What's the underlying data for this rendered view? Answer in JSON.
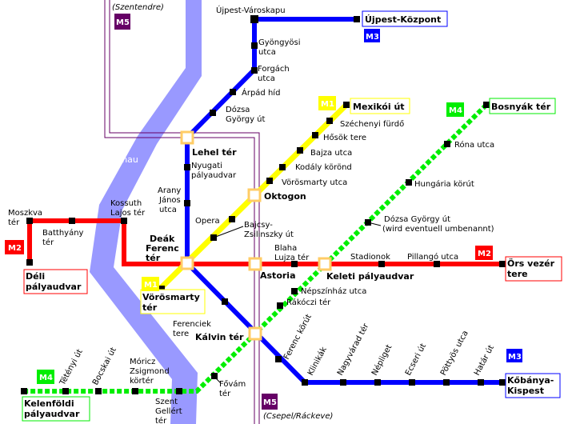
{
  "colors": {
    "M1": "#ffff00",
    "M2": "#ff0000",
    "M3": "#0000ff",
    "M4": "#00ee00",
    "M5": "#660066",
    "river": "#9999ff",
    "interchange": "#ffcc66"
  },
  "river_label": "Donau",
  "termini": {
    "m5_north": "(Szentendre)",
    "m5_south": "(Csepel/Ráckeve)"
  },
  "badges": {
    "m5_top": "M5",
    "m5_bottom": "M5",
    "m3_top": "M3",
    "m3_bottom": "M3",
    "m2_left": "M2",
    "m2_right": "M2",
    "m1_top": "M1",
    "m1_bottom": "M1",
    "m4_top": "M4",
    "m4_bottom": "M4"
  },
  "stations": {
    "ujpest_varoskapu": "Újpest-Városkapu",
    "ujpest_kozpont": "Újpest-Központ",
    "gyongyosi_1": "Gyöngyösi",
    "gyongyosi_2": "utca",
    "forgach_1": "Forgách",
    "forgach_2": "utca",
    "arpad_hid": "Árpád híd",
    "dozsa_m3_1": "Dózsa",
    "dozsa_m3_2": "György út",
    "lehel_ter": "Lehel tér",
    "nyugati_1": "Nyugati",
    "nyugati_2": "pályaudvar",
    "arany_1": "Arany",
    "arany_2": "János",
    "arany_3": "utca",
    "deak_1": "Deák",
    "deak_2": "Ferenc",
    "deak_3": "tér",
    "kalvin_ter": "Kálvin tér",
    "ferenciek_1": "Ferenciek",
    "ferenciek_2": "tere",
    "klinikak": "Klinikák",
    "nagyvarad_ter": "Nagyvárad tér",
    "nepliget": "Népliget",
    "ecseri_ut": "Ecseri út",
    "pottyos_utca": "Pöttyös utca",
    "hatar_ut": "Határ út",
    "kobanya_1": "Kőbánya-",
    "kobanya_2": "Kispest",
    "mexikoi_ut": "Mexikói út",
    "szechenyi_furdo": "Széchenyi fürdő",
    "hosok_tere": "Hősök tere",
    "bajza_utca": "Bajza utca",
    "kodaly_korond": "Kodály körönd",
    "vorosmarty_utca": "Vörösmarty utca",
    "oktogon": "Oktogon",
    "opera": "Opera",
    "bajcsy_1": "Bajcsy-",
    "bajcsy_2": "Zsilinszky út",
    "vorosmarty_ter_1": "Vörösmarty",
    "vorosmarty_ter_2": "tér",
    "moszkva_1": "Moszkva",
    "moszkva_2": "tér",
    "batthyany_1": "Batthyány",
    "batthyany_2": "tér",
    "kossuth_1": "Kossuth",
    "kossuth_2": "Lajos tér",
    "astoria": "Astoria",
    "blaha_1": "Blaha",
    "blaha_2": "Lujza tér",
    "keleti": "Keleti pályaudvar",
    "stadionok": "Stadionok",
    "pillango_utca": "Pillangó utca",
    "ors_1": "Örs vezér",
    "ors_2": "tere",
    "deli_1": "Déli",
    "deli_2": "pályaudvar",
    "bosnyak_ter": "Bosnyák tér",
    "rona_utca": "Róna utca",
    "hungaria_korut": "Hungária körút",
    "dozsa_m4_1": "Dózsa György út",
    "dozsa_m4_2": "(wird eventuell umbenannt)",
    "nepszinhaz_utca": "Népszínház utca",
    "rakoczi_ter": "Rákóczi tér",
    "ferenc_korut": "Ferenc körút",
    "fovam_1": "Fővám",
    "fovam_2": "tér",
    "szent_gellert_1": "Szent",
    "szent_gellert_2": "Gellért",
    "szent_gellert_3": "tér",
    "moricz_1": "Móricz",
    "moricz_2": "Zsigmond",
    "moricz_3": "körtér",
    "bocskai_ut": "Bocskai út",
    "tetenyi_ut": "Tétényi út",
    "kelenfold_1": "Kelenföldi",
    "kelenfold_2": "pályaudvar"
  }
}
